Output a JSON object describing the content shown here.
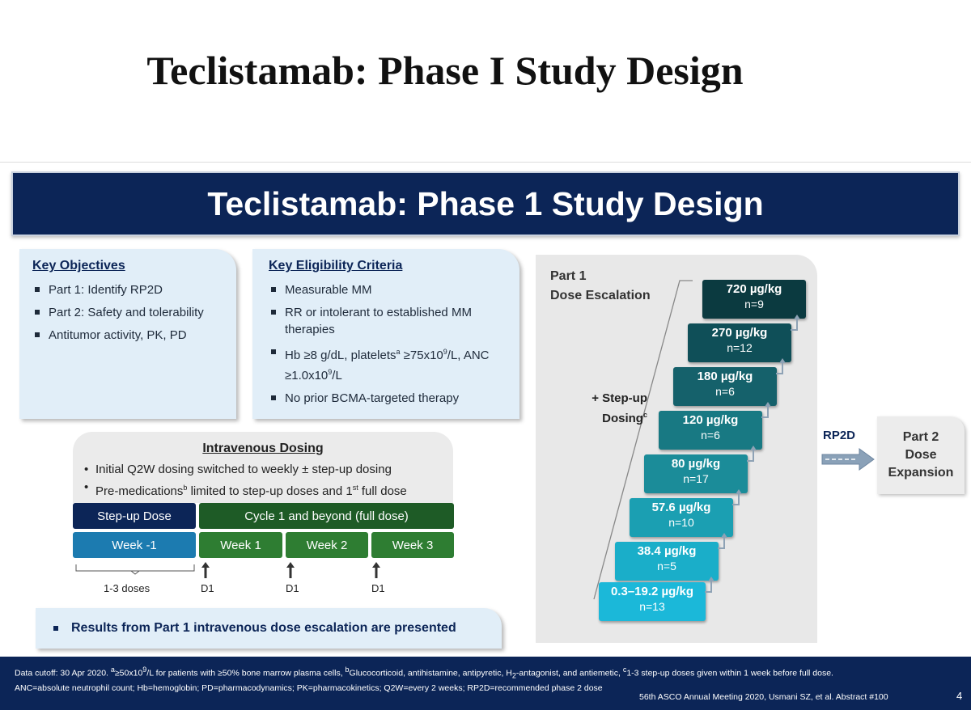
{
  "outer_title": "Teclistamab: Phase I Study Design",
  "slide_title": "Teclistamab: Phase 1 Study Design",
  "key_objectives": {
    "heading": "Key Objectives",
    "items": [
      "Part 1: Identify RP2D",
      "Part 2: Safety and tolerability",
      "Antitumor activity, PK, PD"
    ]
  },
  "eligibility": {
    "heading": "Key Eligibility Criteria",
    "item1": "Measurable MM",
    "item2": "RR or intolerant to established MM therapies",
    "item3_a": "Hb ≥8 g/dL, platelets",
    "item3_sup1": "a",
    "item3_b": " ≥75x10",
    "item3_sup2": "9",
    "item3_c": "/L, ANC ≥1.0x10",
    "item3_sup3": "9",
    "item3_d": "/L",
    "item4": "No prior BCMA-targeted therapy"
  },
  "iv_dosing": {
    "title": "Intravenous Dosing",
    "bullet1": "Initial Q2W dosing switched to weekly ± step-up dosing",
    "bullet2_a": "Pre-medications",
    "bullet2_sup": "b",
    "bullet2_b": " limited to step-up doses and 1",
    "bullet2_sup2": "st",
    "bullet2_c": " full dose",
    "stepup_dose": "Step-up Dose",
    "cycle_label": "Cycle 1 and beyond (full dose)",
    "week_minus1": "Week -1",
    "week1": "Week 1",
    "week2": "Week 2",
    "week3": "Week 3",
    "doses_label": "1-3 doses",
    "d1": "D1"
  },
  "results_note": "Results from Part 1 intravenous dose escalation are presented",
  "part1": {
    "title_line1": "Part 1",
    "title_line2": "Dose Escalation",
    "stepup_line1": "+ Step-up",
    "stepup_line2": "Dosing",
    "stepup_sup": "c",
    "doses": [
      {
        "dose": "720 µg/kg",
        "n": "n=9",
        "color": "#0b3a40"
      },
      {
        "dose": "270 µg/kg",
        "n": "n=12",
        "color": "#0f4f58"
      },
      {
        "dose": "180 µg/kg",
        "n": "n=6",
        "color": "#15616b"
      },
      {
        "dose": "120 µg/kg",
        "n": "n=6",
        "color": "#187983"
      },
      {
        "dose": "80 µg/kg",
        "n": "n=17",
        "color": "#1b8c99"
      },
      {
        "dose": "57.6 µg/kg",
        "n": "n=10",
        "color": "#1b9fb2"
      },
      {
        "dose": "38.4 µg/kg",
        "n": "n=5",
        "color": "#1aaec9"
      },
      {
        "dose": "0.3–19.2 µg/kg",
        "n": "n=13",
        "color": "#1bb8d9"
      }
    ]
  },
  "rp2d_label": "RP2D",
  "part2": {
    "line1": "Part 2",
    "line2": "Dose",
    "line3": "Expansion"
  },
  "footnote": {
    "line1_a": "Data cutoff: 30 Apr 2020. ",
    "line1_sup1": "a",
    "line1_b": "≥50x10",
    "line1_sup2": "9",
    "line1_c": "/L for patients with ≥50% bone marrow plasma cells, ",
    "line1_sup3": "b",
    "line1_d": "Glucocorticoid, antihistamine, antipyretic, H",
    "line1_sub": "2",
    "line1_e": "-antagonist, and antiemetic, ",
    "line1_sup4": "c",
    "line1_f": "1-3 step-up doses given within 1 week before full dose.",
    "line2": "ANC=absolute neutrophil count; Hb=hemoglobin; PD=pharmacodynamics; PK=pharmacokinetics; Q2W=every 2 weeks; RP2D=recommended phase 2 dose"
  },
  "citation": "56th ASCO Annual Meeting 2020, Usmani SZ, et al. Abstract #100",
  "page_number": "4",
  "colors": {
    "navy": "#0c2557",
    "green": "#1e5b26",
    "blue_box": "#1c7bb0"
  }
}
